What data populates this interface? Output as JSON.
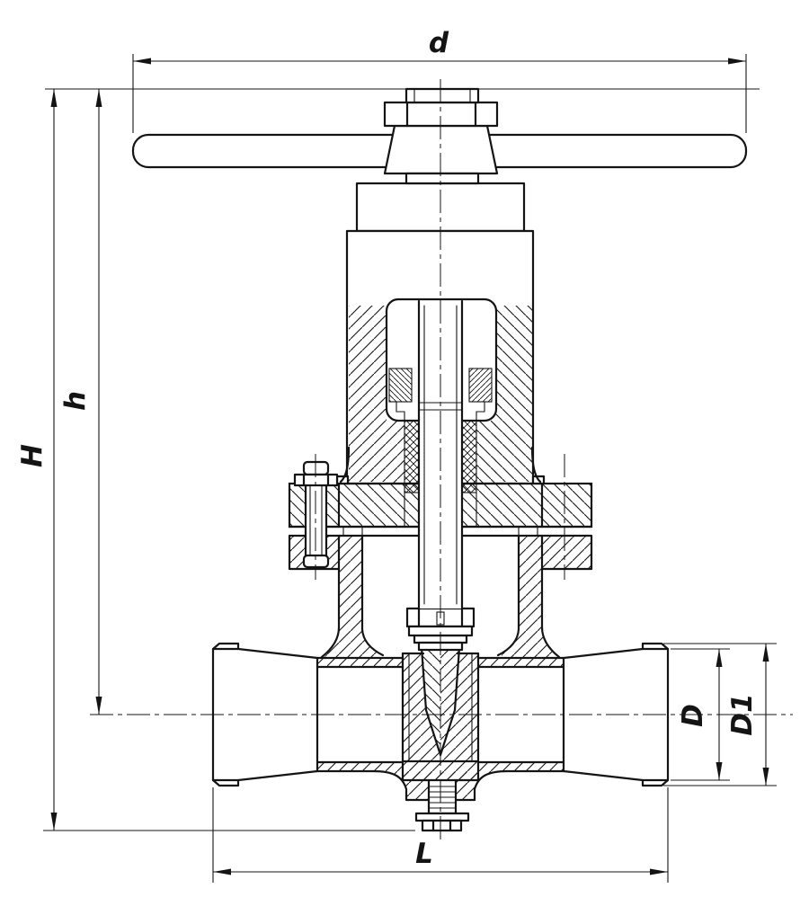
{
  "dimensions": {
    "d": "d",
    "H": "H",
    "h": "h",
    "D": "D",
    "D1": "D1",
    "L": "L"
  },
  "colors": {
    "line": "#141414",
    "background": "#ffffff"
  }
}
